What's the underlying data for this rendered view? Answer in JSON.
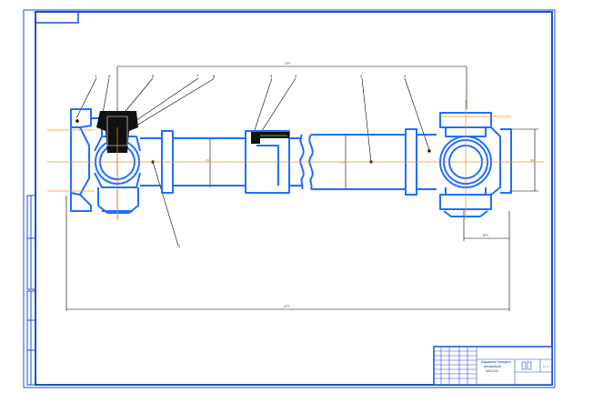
{
  "drawing": {
    "callouts": [
      "1",
      "6",
      "5",
      "7",
      "8",
      "3",
      "4",
      "2",
      "4",
      "2"
    ],
    "dimensions": {
      "top_overall": "1??",
      "bottom_overall": "1??",
      "right_offset": "2??",
      "right_height": "??",
      "shaft_diameter": "??",
      "tube_diameter": "??"
    }
  },
  "title_block": {
    "name_line1": "Карданная передача",
    "name_line2": "автомобиля",
    "name_line3": "ЗИЛ-130",
    "sheet": "1",
    "sheets": "1"
  },
  "colors": {
    "frame": "#1a4fd0",
    "part": "#1e6fff",
    "axis": "#ff8c1a",
    "dim": "#000000"
  }
}
